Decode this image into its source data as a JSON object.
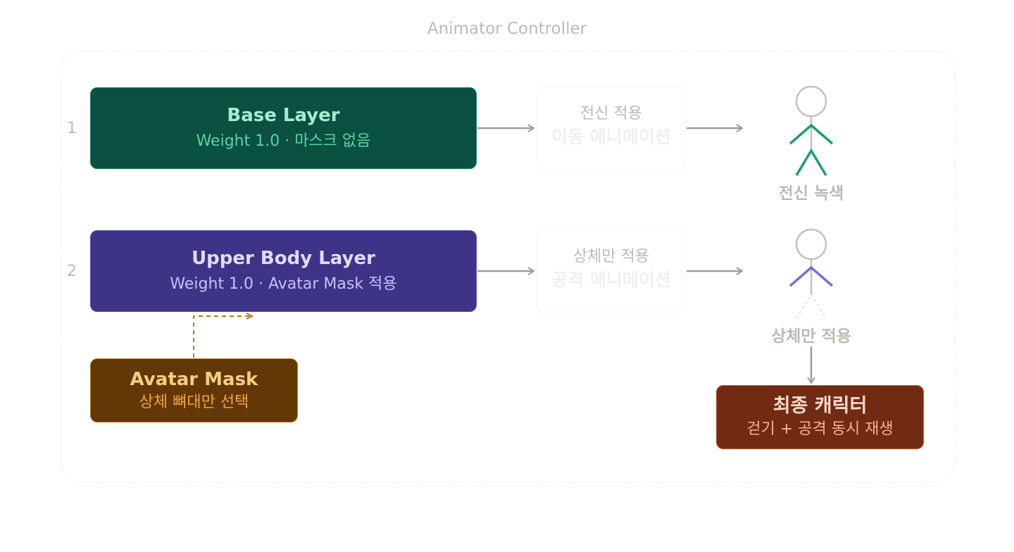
{
  "title": "Animator Controller",
  "layers": [
    {
      "num": "1",
      "name": "Base Layer",
      "desc": "Weight 1.0 · 마스크 없음"
    },
    {
      "num": "2",
      "name": "Upper Body Layer",
      "desc": "Weight 1.0 · Avatar Mask 적용"
    }
  ],
  "animations": [
    {
      "label": "전신 적용",
      "name": "이동 애니메이션"
    },
    {
      "label": "상체만 적용",
      "name": "공격 애니메이션"
    }
  ],
  "figures": [
    {
      "caption": "전신 녹색"
    },
    {
      "caption": "상체만 적용"
    }
  ],
  "mask": {
    "title": "Avatar Mask",
    "desc": "상체 뼈대만 선택"
  },
  "final": {
    "title": "최종 캐릭터",
    "desc": "걷기 + 공격 동시 재생"
  },
  "colors": {
    "base_layer": "#0a5142",
    "upper_layer": "#3d3487",
    "mask": "#633806",
    "final": "#712b13",
    "green_accent": "#1d9e75",
    "purple_accent": "#7a6ed9",
    "arrow": "#9e9c96"
  }
}
